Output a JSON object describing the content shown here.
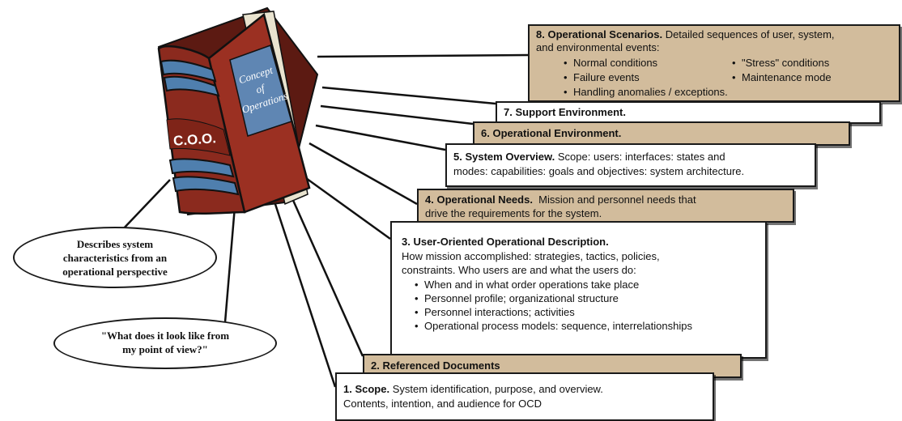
{
  "book": {
    "spine_label": "C.O.O.",
    "cover_title": [
      "Concept",
      "of",
      "Operations"
    ]
  },
  "notes": {
    "describes": [
      "Describes system",
      "characteristics from an",
      "operational perspective"
    ],
    "question": [
      "\"What does it look like from",
      "my point of view?\""
    ]
  },
  "sections": {
    "s8": {
      "title": "8. Operational Scenarios.",
      "text_line1": "Detailed sequences of user, system,",
      "text_line2": "and environmental events:",
      "bullets": [
        "Normal conditions",
        "Failure events",
        "Handling anomalies / exceptions.",
        "\"Stress\" conditions",
        "Maintenance mode"
      ]
    },
    "s7": {
      "title": "7. Support Environment."
    },
    "s6": {
      "title": "6. Operational Environment."
    },
    "s5": {
      "title": "5. System Overview.",
      "text_line1": "Scope: users: interfaces: states and",
      "text_line2": "modes: capabilities: goals and objectives: system architecture."
    },
    "s4": {
      "title": "4. Operational Needs.",
      "text_line1": "Mission and personnel needs that",
      "text_line2": "drive the requirements for the system."
    },
    "s3": {
      "title": "3. User-Oriented Operational Description.",
      "lines": [
        "How mission accomplished: strategies, tactics, policies,",
        "constraints. Who users are and what the users do:"
      ],
      "bullets": [
        "When and in what order operations take place",
        "Personnel profile; organizational structure",
        "Personnel interactions; activities",
        "Operational process models: sequence, interrelationships"
      ]
    },
    "s2": {
      "title": "2. Referenced Documents"
    },
    "s1": {
      "title": "1. Scope.",
      "text_line1": "System identification, purpose, and overview.",
      "text_line2": "Contents, intention, and audience for OCD"
    }
  },
  "colors": {
    "tan": "#d2bc9c",
    "book_red": "#8b2a1e",
    "book_band": "#4f7fae",
    "cover_panel": "#5f86b3"
  }
}
